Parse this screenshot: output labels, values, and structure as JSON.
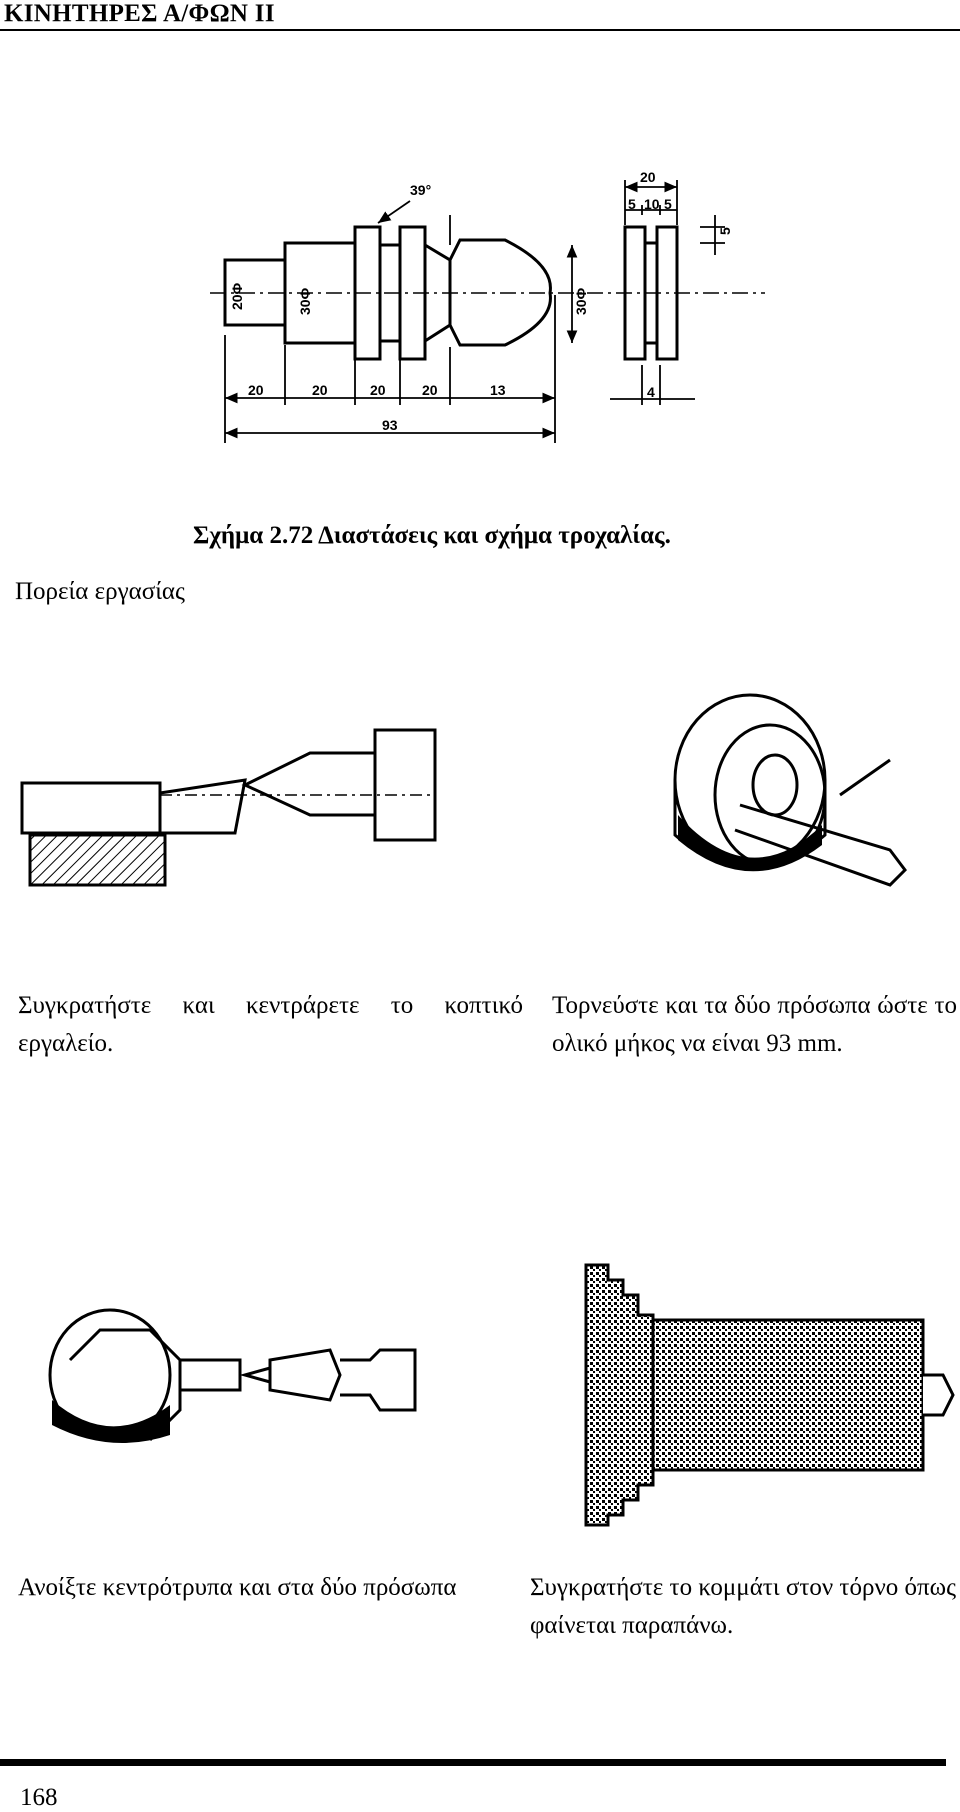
{
  "header": {
    "title": "ΚΙΝΗΤΗΡΕΣ Α/ΦΩΝ ΙΙ"
  },
  "figure": {
    "caption": "Σχήμα 2.72 Διαστάσεις και σχήμα τροχαλίας.",
    "dimensions": {
      "angle": "39°",
      "dia_small": "20Φ",
      "dia_body": "30Φ",
      "dia_head": "30Φ",
      "seg_1": "20",
      "seg_2": "20",
      "seg_3": "20",
      "seg_4": "20",
      "seg_5": "13",
      "total": "93",
      "pulley_width": "20",
      "pulley_a": "5",
      "pulley_b": "10",
      "pulley_c": "5",
      "groove_depth": "5",
      "groove_bottom": "4"
    }
  },
  "section": {
    "label": "Πορεία εργασίας"
  },
  "steps": [
    {
      "text": "Συγκρατήστε και κεντράρετε το κοπτικό εργαλείο."
    },
    {
      "text": "Τορνεύστε και τα δύο πρόσωπα ώστε το ολικό μήκος να είναι 93 mm."
    },
    {
      "text": "Ανοίξτε κεντρότρυπα και στα δύο πρόσωπα"
    },
    {
      "text": "Συγκρατήστε το κομμάτι στον τόρνο όπως φαίνεται παραπάνω."
    }
  ],
  "footer": {
    "page_number": "168"
  }
}
